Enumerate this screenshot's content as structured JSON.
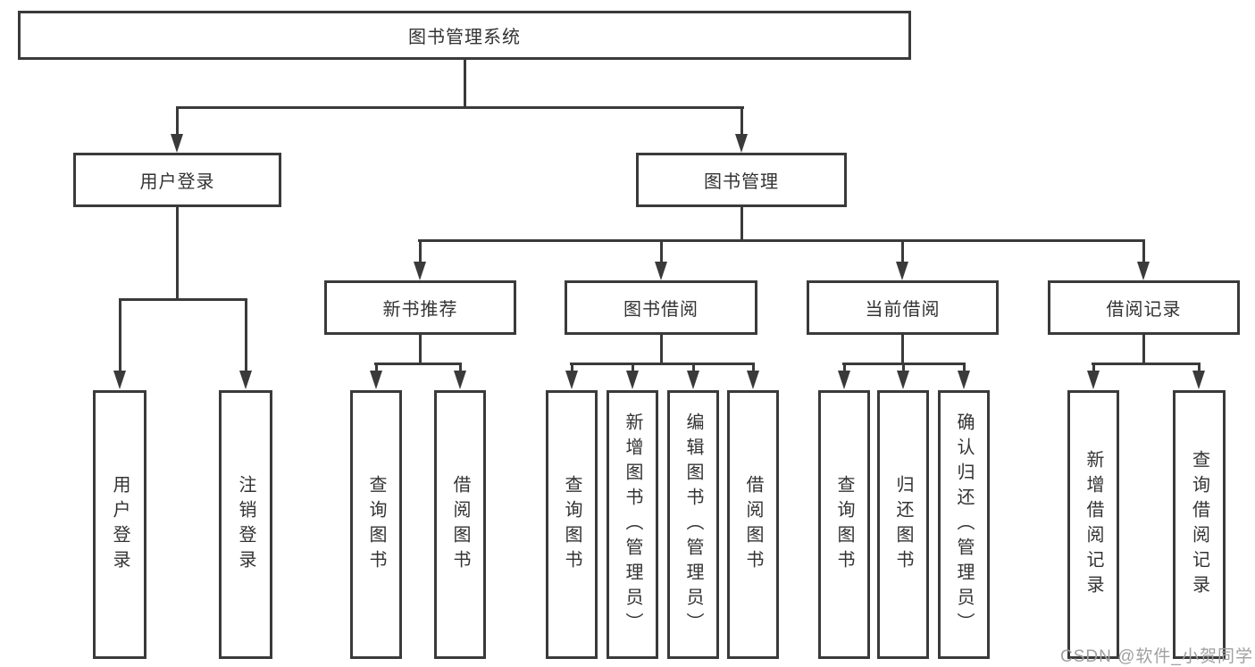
{
  "title": "图书管理系统",
  "watermark": "CSDN @软件_小贺同学",
  "colors": {
    "line": "#3a3a3a",
    "text": "#333333",
    "box_bg": "#ffffff",
    "background": "#ffffff",
    "watermark": "#a0a0a0"
  },
  "tree": {
    "label": "图书管理系统",
    "children": [
      {
        "label": "用户登录",
        "children": [
          {
            "label": "用户登录"
          },
          {
            "label": "注销登录"
          }
        ]
      },
      {
        "label": "图书管理",
        "children": [
          {
            "label": "新书推荐",
            "children": [
              {
                "label": "查询图书"
              },
              {
                "label": "借阅图书"
              }
            ]
          },
          {
            "label": "图书借阅",
            "children": [
              {
                "label": "查询图书"
              },
              {
                "label": "新增图书（管理员）"
              },
              {
                "label": "编辑图书（管理员）"
              },
              {
                "label": "借阅图书"
              }
            ]
          },
          {
            "label": "当前借阅",
            "children": [
              {
                "label": "查询图书"
              },
              {
                "label": "归还图书"
              },
              {
                "label": "确认归还（管理员）"
              }
            ]
          },
          {
            "label": "借阅记录",
            "children": [
              {
                "label": "新增借阅记录"
              },
              {
                "label": "查询借阅记录"
              }
            ]
          }
        ]
      }
    ]
  }
}
